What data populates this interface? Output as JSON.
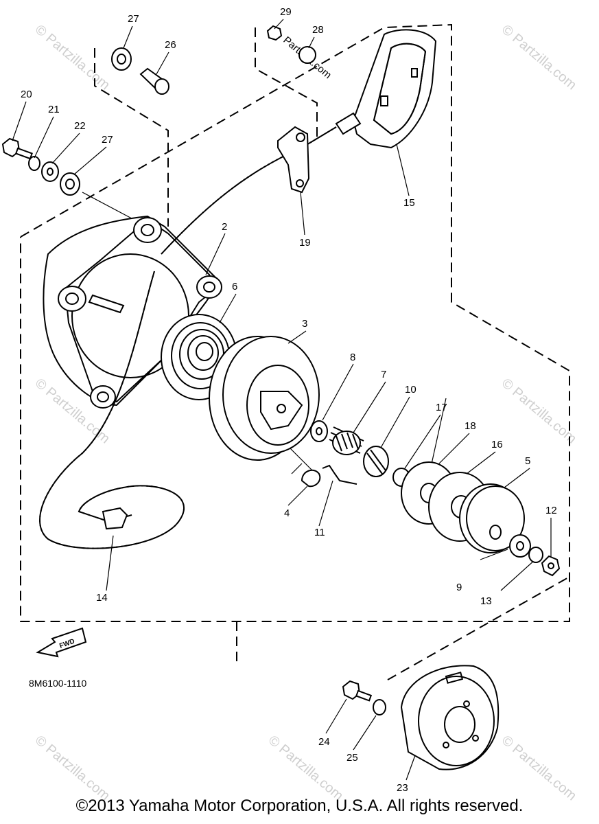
{
  "diagram": {
    "part_numbers": [
      "27",
      "26",
      "29",
      "28",
      "20",
      "21",
      "22",
      "27",
      "15",
      "19",
      "2",
      "6",
      "3",
      "8",
      "7",
      "10",
      "17",
      "18",
      "16",
      "5",
      "12",
      "4",
      "11",
      "9",
      "13",
      "14",
      "24",
      "25",
      "23"
    ],
    "diagram_code": "8M6100-1110",
    "fwd_label": "FWD",
    "watermark_text": "© Partzilla.com",
    "center_watermark": "Partzilla.com",
    "copyright": "©2013  Yamaha Motor Corporation, U.S.A. All rights reserved."
  }
}
